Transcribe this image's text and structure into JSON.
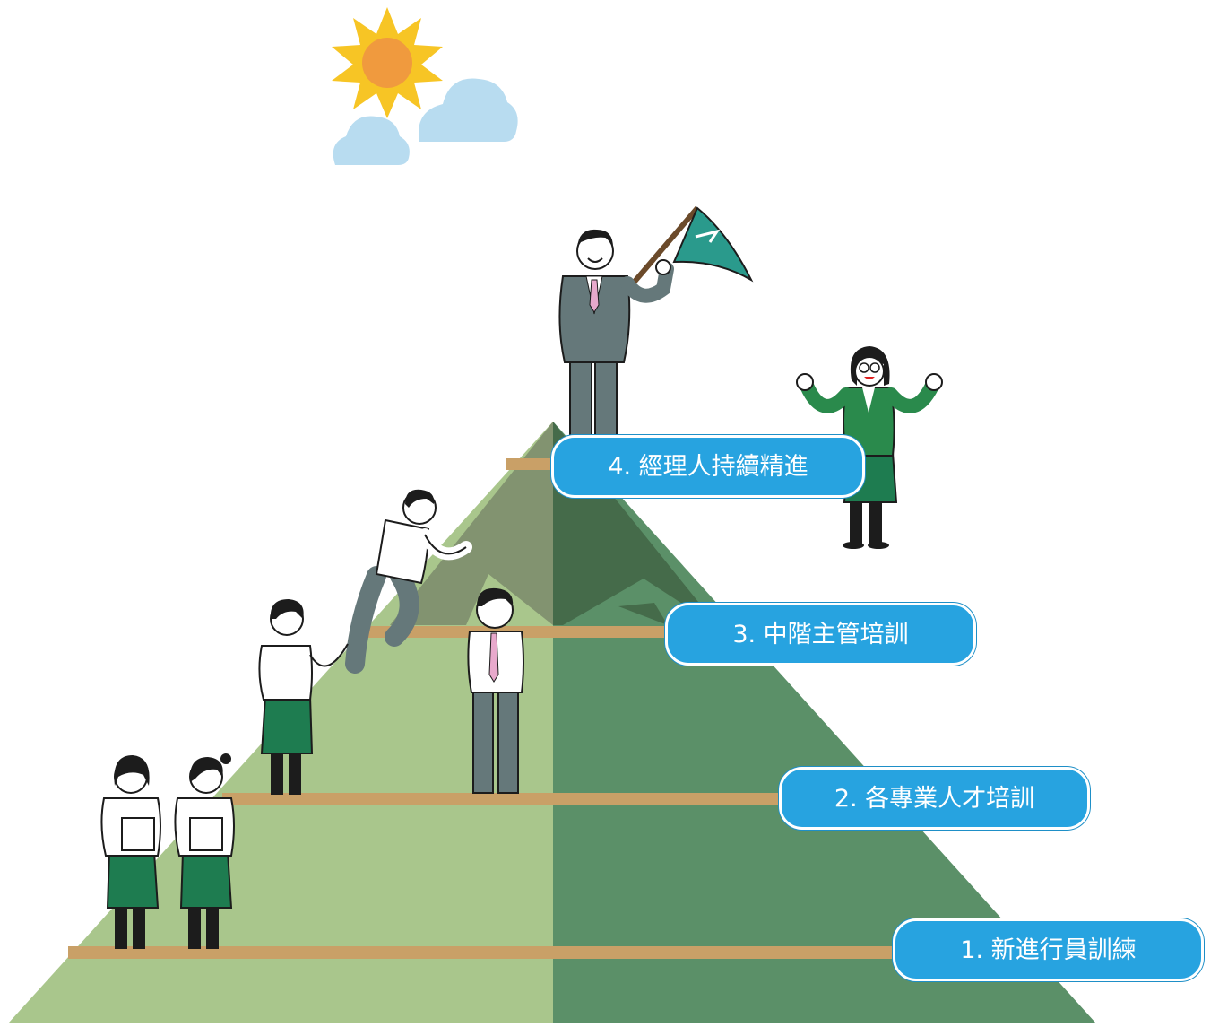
{
  "diagram": {
    "levels": [
      {
        "id": "4",
        "label": "4. 經理人持續精進"
      },
      {
        "id": "3",
        "label": "3. 中階主管培訓"
      },
      {
        "id": "2",
        "label": "2. 各專業人才培訓"
      },
      {
        "id": "1",
        "label": "1. 新進行員訓練"
      }
    ],
    "flag_emblem": "bird-logo",
    "colors": {
      "sky_sun": "#f09a3e",
      "sun_rays": "#f7c525",
      "cloud": "#b8dcf0",
      "pyramid_light": "#a9c68c",
      "pyramid_dark": "#5b9068",
      "pyramid_top_light": "#829370",
      "pyramid_top_dark": "#456b4a",
      "ledge": "#c9a067",
      "label_bg": "#27a3e0",
      "label_text": "#ffffff",
      "flag": "#2a9a8c",
      "suit_gray": "#65787a",
      "skirt_green": "#1e7c50"
    }
  }
}
